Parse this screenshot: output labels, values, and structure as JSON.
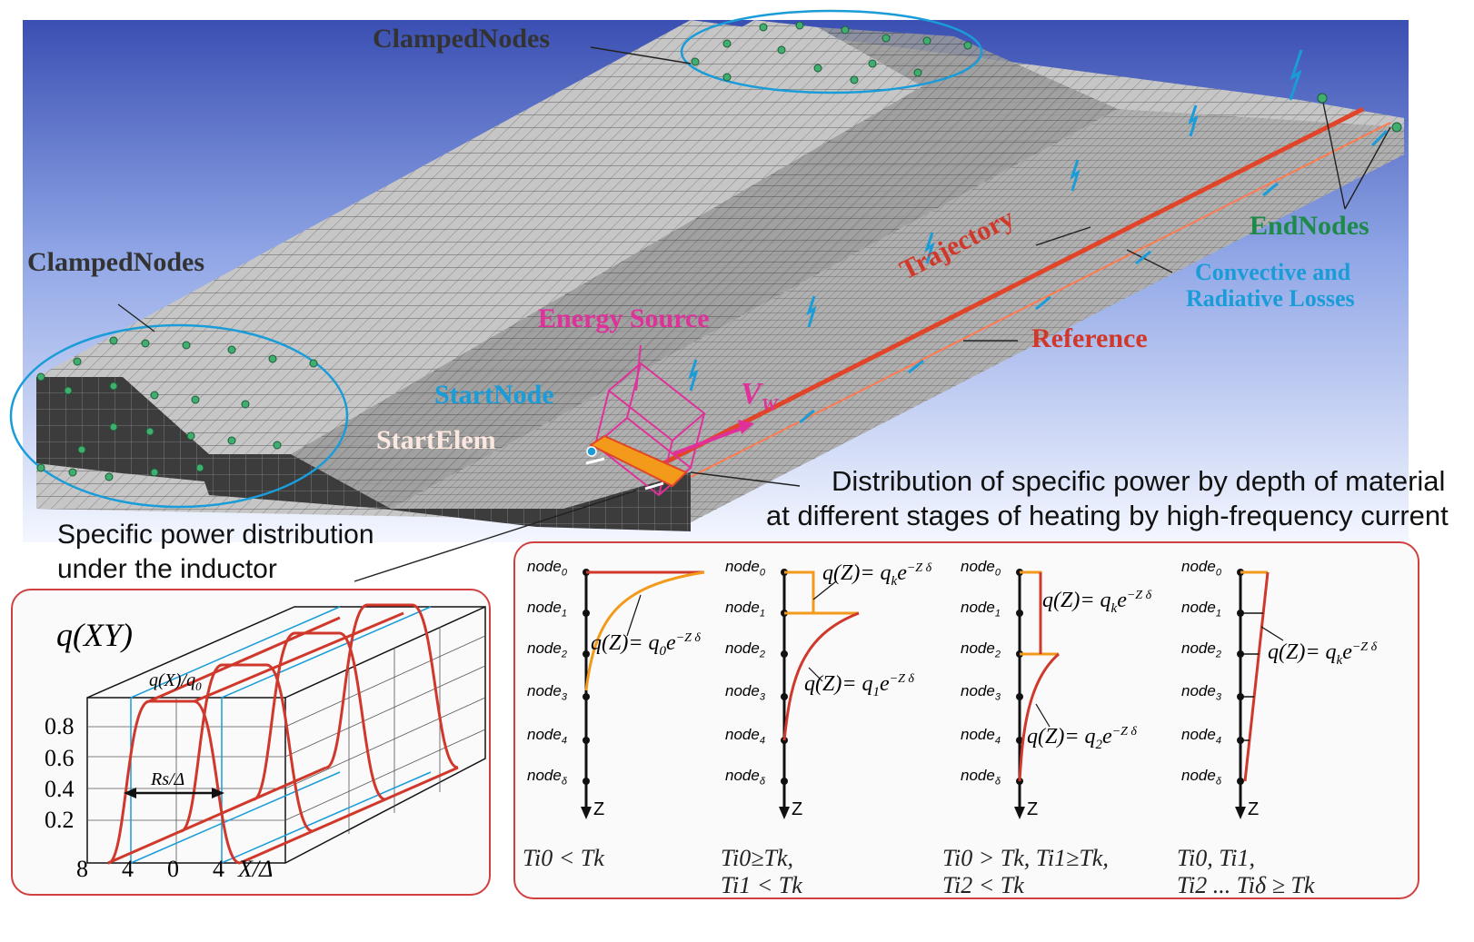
{
  "labels": {
    "clamped_top": "ClampedNodes",
    "clamped_left": "ClampedNodes",
    "end_nodes": "EndNodes",
    "losses_line1": "Convective and",
    "losses_line2": "Radiative Losses",
    "trajectory": "Trajectory",
    "reference": "Reference",
    "energy_source": "Energy Source",
    "start_node": "StartNode",
    "start_elem": "StartElem",
    "velocity": "V",
    "velocity_sub": "W"
  },
  "captions": {
    "depth_line1": "Distribution of specific power by depth of material",
    "depth_line2": "at different stages of heating by high-frequency current",
    "inductor_line1": "Specific power distribution",
    "inductor_line2": "under the inductor"
  },
  "left_chart": {
    "title": "q(XY)",
    "inner_label": "q(X)/q",
    "inner_label_sub": "0",
    "y_ticks": [
      "0.8",
      "0.6",
      "0.4",
      "0.2"
    ],
    "x_ticks": [
      "8",
      "4",
      "0",
      "4"
    ],
    "x_label": "X/Δ",
    "rs_label": "Rs/Δ"
  },
  "depth_plots": [
    {
      "nodes": [
        "node0",
        "node1",
        "node2",
        "node3",
        "node4",
        "nodeδ"
      ],
      "axis": "Z",
      "formulas": [
        {
          "text": "q(Z)= q",
          "sub": "0",
          "exp": "e−Z δ"
        }
      ],
      "condition": [
        "Ti0 < Tk"
      ]
    },
    {
      "nodes": [
        "node0",
        "node1",
        "node2",
        "node3",
        "node4",
        "nodeδ"
      ],
      "axis": "Z",
      "formulas": [
        {
          "text": "q(Z)= q",
          "sub": "k",
          "exp": "e−Z δ"
        },
        {
          "text": "q(Z)= q",
          "sub": "1",
          "exp": "e−Z δ"
        }
      ],
      "condition": [
        "Ti0≥Tk,",
        "Ti1 < Tk"
      ]
    },
    {
      "nodes": [
        "node0",
        "node1",
        "node2",
        "node3",
        "node4",
        "nodeδ"
      ],
      "axis": "Z",
      "formulas": [
        {
          "text": "q(Z)= q",
          "sub": "k",
          "exp": "e−Z δ"
        },
        {
          "text": "q(Z)= q",
          "sub": "2",
          "exp": "e−Z δ"
        }
      ],
      "condition": [
        "Ti0 > Tk, Ti1≥Tk,",
        "Ti2 < Tk"
      ]
    },
    {
      "nodes": [
        "node0",
        "node1",
        "node2",
        "node3",
        "node4",
        "nodeδ"
      ],
      "axis": "Z",
      "formulas": [
        {
          "text": "q(Z)= q",
          "sub": "k",
          "exp": "e−Z δ"
        }
      ],
      "condition": [
        "Ti0, Ti1,",
        "Ti2 ... Tiδ ≥ Tk"
      ]
    }
  ],
  "colors": {
    "bg_top": "#3b55b8",
    "bg_bottom": "#e8eefc",
    "mesh_light": "#c9c9c9",
    "mesh_dark": "#3a3a3a",
    "green_label": "#1e8a4a",
    "blue_label": "#1a9cd8",
    "red_label": "#d0382b",
    "magenta": "#e0309a",
    "orange": "#f39a1a"
  }
}
